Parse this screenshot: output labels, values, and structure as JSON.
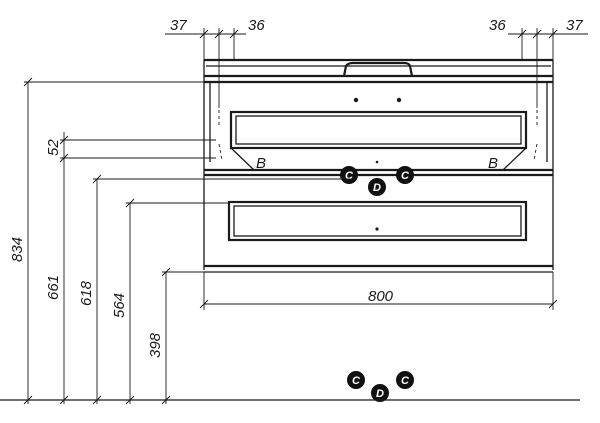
{
  "dimensions": {
    "top_left_outer": "37",
    "top_left_inner": "36",
    "top_right_inner": "36",
    "top_right_outer": "37",
    "height_total": "834",
    "height_upper_panel": "52",
    "height_661": "661",
    "height_618": "618",
    "height_564": "564",
    "height_398": "398",
    "width_total": "800"
  },
  "labels": {
    "bracket_left": "B",
    "bracket_right": "B"
  },
  "markers": {
    "upper": [
      "C",
      "D",
      "C"
    ],
    "lower": [
      "C",
      "D",
      "C"
    ]
  }
}
